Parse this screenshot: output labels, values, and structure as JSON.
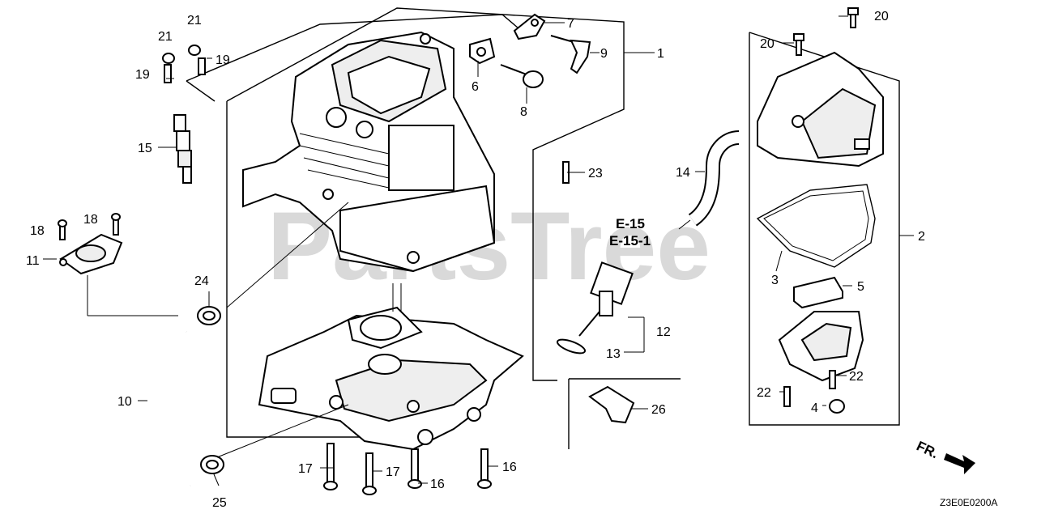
{
  "watermark": "PartsTree",
  "diagram_code": "Z3E0E0200A",
  "front_indicator": "FR.",
  "references": [
    "E-15",
    "E-15-1"
  ],
  "callouts": {
    "c1": "1",
    "c2": "2",
    "c3": "3",
    "c4": "4",
    "c5": "5",
    "c6": "6",
    "c7": "7",
    "c8": "8",
    "c9": "9",
    "c10": "10",
    "c11": "11",
    "c12": "12",
    "c13": "13",
    "c14": "14",
    "c15": "15",
    "c16a": "16",
    "c16b": "16",
    "c17a": "17",
    "c17b": "17",
    "c18a": "18",
    "c18b": "18",
    "c19a": "19",
    "c19b": "19",
    "c20a": "20",
    "c20b": "20",
    "c21a": "21",
    "c21b": "21",
    "c22a": "22",
    "c22b": "22",
    "c23": "23",
    "c24": "24",
    "c25": "25",
    "c26": "26"
  }
}
